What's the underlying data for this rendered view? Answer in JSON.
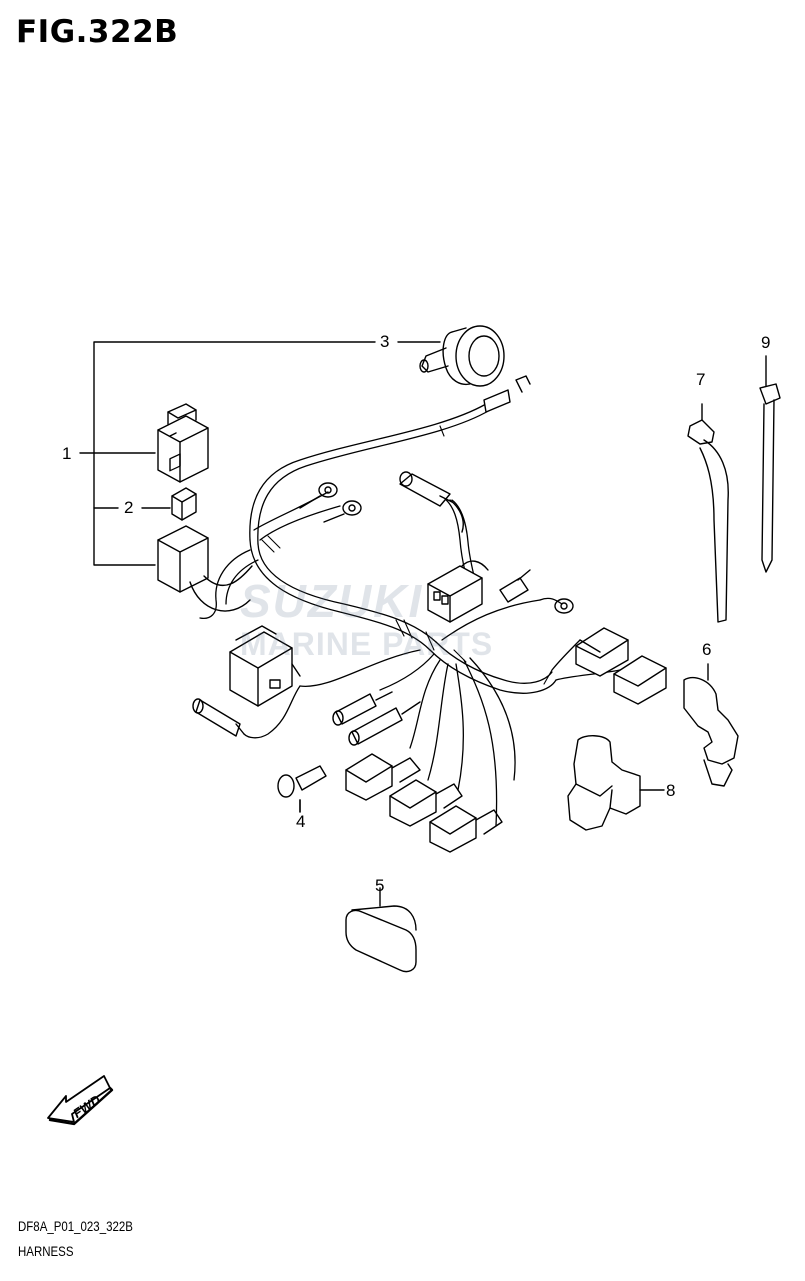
{
  "figure": {
    "title": "FIG.322B"
  },
  "callouts": [
    {
      "id": "1",
      "label": "1"
    },
    {
      "id": "2",
      "label": "2"
    },
    {
      "id": "3",
      "label": "3"
    },
    {
      "id": "4",
      "label": "4"
    },
    {
      "id": "5",
      "label": "5"
    },
    {
      "id": "6",
      "label": "6"
    },
    {
      "id": "7",
      "label": "7"
    },
    {
      "id": "8",
      "label": "8"
    },
    {
      "id": "9",
      "label": "9"
    }
  ],
  "direction_badge": {
    "label": "FWD"
  },
  "watermark": {
    "brand": "SUZUKI",
    "subtitle": "MARINE PARTS"
  },
  "footer": {
    "code": "DF8A_P01_023_322B",
    "caption": "HARNESS"
  }
}
